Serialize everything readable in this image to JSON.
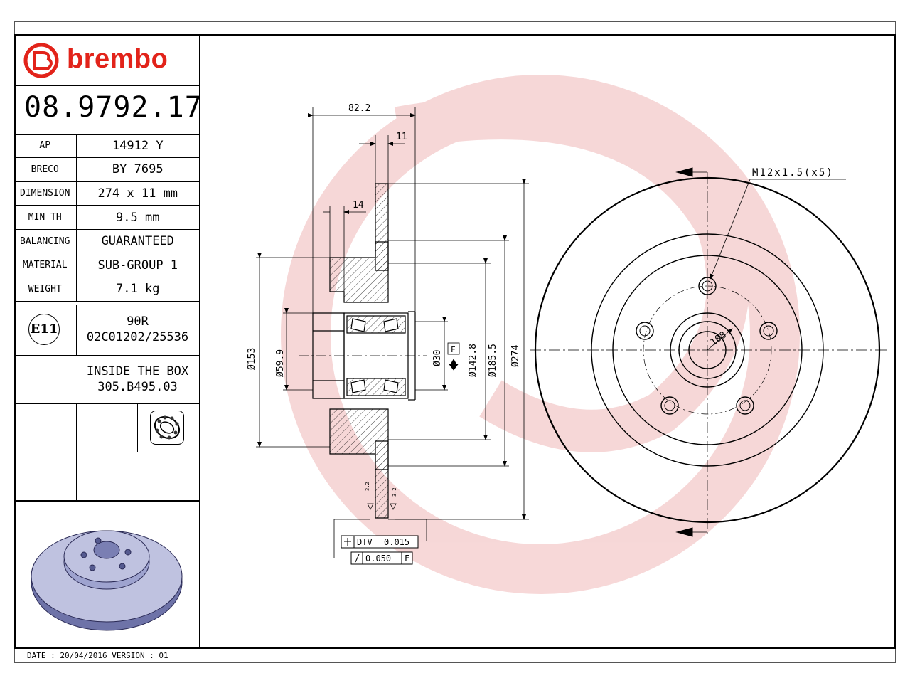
{
  "brand": {
    "name": "brembo",
    "color": "#e2231a"
  },
  "part_number": "08.9792.17",
  "specs": [
    {
      "key": "AP",
      "value": "14912 Y"
    },
    {
      "key": "BRECO",
      "value": "BY 7695"
    },
    {
      "key": "DIMENSION",
      "value": "274 x 11 mm"
    },
    {
      "key": "MIN TH",
      "value": "9.5 mm"
    },
    {
      "key": "BALANCING",
      "value": "GUARANTEED"
    },
    {
      "key": "MATERIAL",
      "value": "SUB-GROUP 1"
    },
    {
      "key": "WEIGHT",
      "value": "7.1 kg"
    }
  ],
  "certification": {
    "badge": "E11",
    "line1": "90R",
    "line2": "02C01202/25536"
  },
  "inside_box": {
    "line1": "INSIDE THE BOX",
    "line2": "305.B495.03"
  },
  "icons": {
    "bearing": "bearing-icon",
    "logo": "brembo-logo-icon",
    "disc_3d": "disc-render-icon"
  },
  "footer": "DATE : 20/04/2016 VERSION : 01",
  "dimensions": {
    "overall_width": "82.2",
    "disc_thickness": "11",
    "hub_flange": "14",
    "d153": "Ø153",
    "d59_9": "Ø59.9",
    "d30": "Ø30",
    "d142_8": "Ø142.8",
    "d185_5": "Ø185.5",
    "d274": "Ø274",
    "datum": "F",
    "thread": "M12x1.5(x5)",
    "pcd": "108",
    "roughness": "3.2",
    "dtv_label": "DTV",
    "dtv_value": "0.015",
    "runout_value": "0.050",
    "runout_datum": "F"
  },
  "colors": {
    "ink": "#000000",
    "watermark": "#f4c9c9",
    "render": "#bfc2e0"
  }
}
